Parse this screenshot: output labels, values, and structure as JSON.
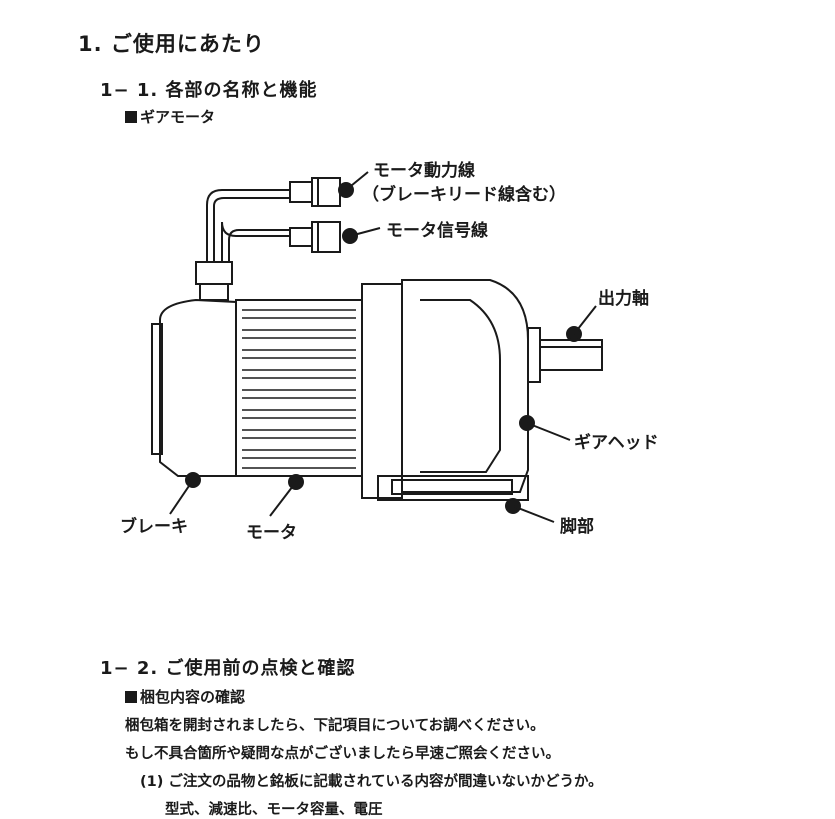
{
  "section1": {
    "title": "1. ご使用にあたり",
    "sub1": {
      "title": "1− 1. 各部の名称と機能",
      "heading": "ギアモータ"
    }
  },
  "diagram_labels": {
    "power_line_1": "モータ動力線",
    "power_line_2": "（ブレーキリード線含む）",
    "signal_line": "モータ信号線",
    "output_shaft": "出力軸",
    "gear_head": "ギアヘッド",
    "foot": "脚部",
    "brake": "ブレーキ",
    "motor": "モータ"
  },
  "section2": {
    "title": "1− 2. ご使用前の点検と確認",
    "heading": "梱包内容の確認",
    "para1": "梱包箱を開封されましたら、下記項目についてお調べください。",
    "para2": "もし不具合箇所や疑問な点がございましたら早速ご照会ください。",
    "item1": "(1) ご注文の品物と銘板に記載されている内容が間違いないかどうか。",
    "item1_detail": "型式、減速比、モータ容量、電圧"
  }
}
